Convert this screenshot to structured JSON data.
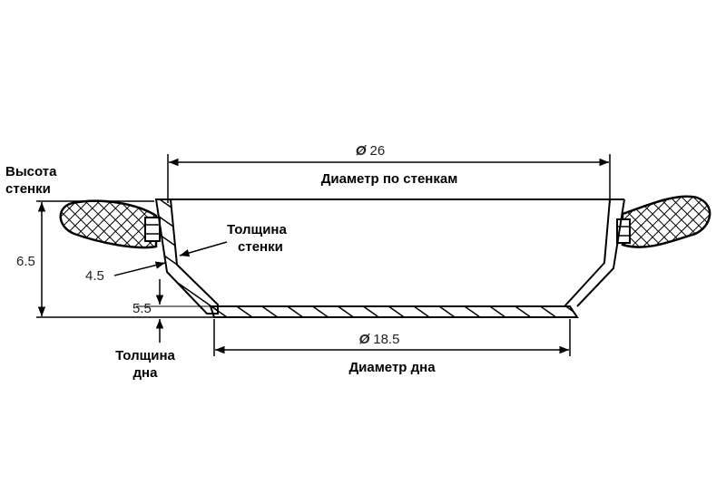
{
  "top_diameter": {
    "symbol": "Ø",
    "value": "26",
    "caption": "Диаметр по стенкам"
  },
  "bottom_diameter": {
    "symbol": "Ø",
    "value": "18.5",
    "caption": "Диаметр дна"
  },
  "wall_height": {
    "caption_line1": "Высота",
    "caption_line2": "стенки",
    "value": "6.5"
  },
  "wall_thickness": {
    "caption_line1": "Толщина",
    "caption_line2": "стенки",
    "value": "4.5"
  },
  "bottom_thickness": {
    "caption_line1": "Толщина",
    "caption_line2": "дна",
    "value": "5.5"
  }
}
